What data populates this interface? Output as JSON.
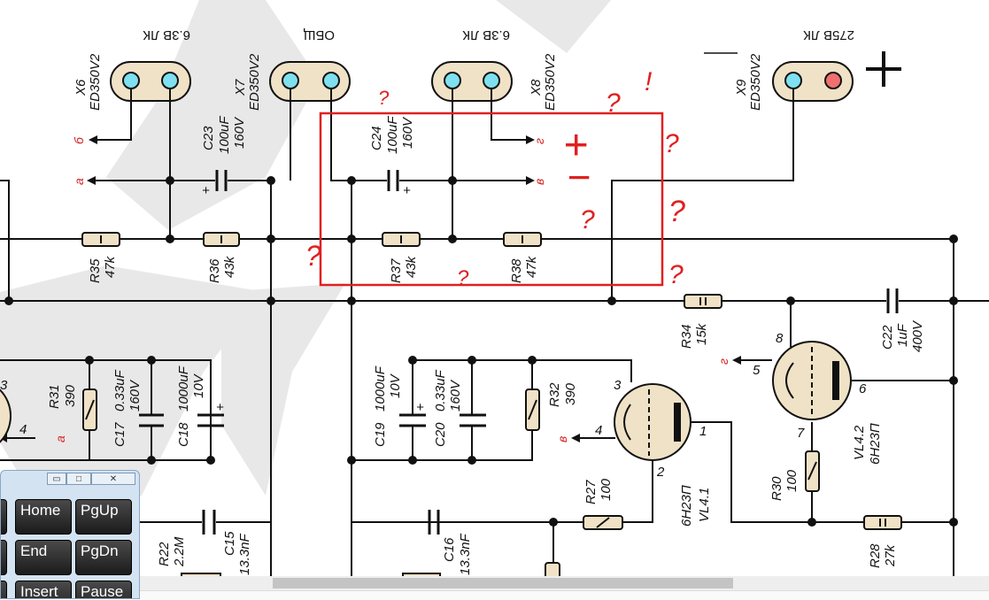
{
  "connectors": [
    {
      "id": "X6",
      "type": "ED350V2",
      "label": "6.3В ЛК"
    },
    {
      "id": "X7",
      "type": "ED350V2",
      "label": "ОБЩ"
    },
    {
      "id": "X8",
      "type": "ED350V2",
      "label": "6.3В ЛК"
    },
    {
      "id": "X9",
      "type": "ED350V2",
      "label": "275В ЛК"
    }
  ],
  "capacitors": {
    "C23": [
      "C23",
      "100uF",
      "160V"
    ],
    "C24": [
      "C24",
      "100uF",
      "160V"
    ],
    "C17": [
      "C17",
      "0.33uF",
      "160V"
    ],
    "C18": [
      "C18",
      "1000uF",
      "10V"
    ],
    "C19": [
      "C19",
      "1000uF",
      "10V"
    ],
    "C20": [
      "C20",
      "0.33uF",
      "160V"
    ],
    "C22": [
      "C22",
      "1uF",
      "400V"
    ],
    "C15": [
      "C15",
      "13.3nF"
    ],
    "C16": [
      "C16",
      "13.3nF"
    ]
  },
  "resistors": {
    "R35": [
      "R35",
      "47k"
    ],
    "R36": [
      "R36",
      "43k"
    ],
    "R37": [
      "R37",
      "43k"
    ],
    "R38": [
      "R38",
      "47k"
    ],
    "R34": [
      "R34",
      "15k"
    ],
    "R31": [
      "R31",
      "390"
    ],
    "R32": [
      "R32",
      "390"
    ],
    "R27": [
      "R27",
      "100"
    ],
    "R30": [
      "R30",
      "100"
    ],
    "R28": [
      "R28",
      "27k"
    ],
    "R22": [
      "R22",
      "2.2M"
    ]
  },
  "tubes": {
    "VL41": {
      "name": "VL4.1",
      "type": "6Н23П",
      "pins": [
        "3",
        "4",
        "2",
        "1"
      ]
    },
    "VL42": {
      "name": "VL4.2",
      "type": "6Н23П",
      "pins": [
        "8",
        "5",
        "7",
        "6"
      ]
    }
  },
  "net_labels": {
    "a": "а",
    "b": "б",
    "g": "г",
    "v": "в",
    "pin4": "4",
    "pin3": "3"
  },
  "annotations": {
    "plus": "+",
    "minus": "−",
    "q": "?",
    "bang": "!"
  },
  "polarity": {
    "plus": "+"
  },
  "keyboard": {
    "keys": [
      {
        "label": "Home"
      },
      {
        "label": "PgUp"
      },
      {
        "label": "End"
      },
      {
        "label": "PgDn"
      },
      {
        "label": "Insert"
      },
      {
        "label": "Pause"
      }
    ],
    "minimize": "▭",
    "restore": "□",
    "close": "✕"
  },
  "colors": {
    "accent_red": "#d62020",
    "terminal_cyan": "#7fe0ef",
    "terminal_red": "#f07070",
    "terminal_body": "#f0e2c6",
    "box_red": "#e02020"
  }
}
